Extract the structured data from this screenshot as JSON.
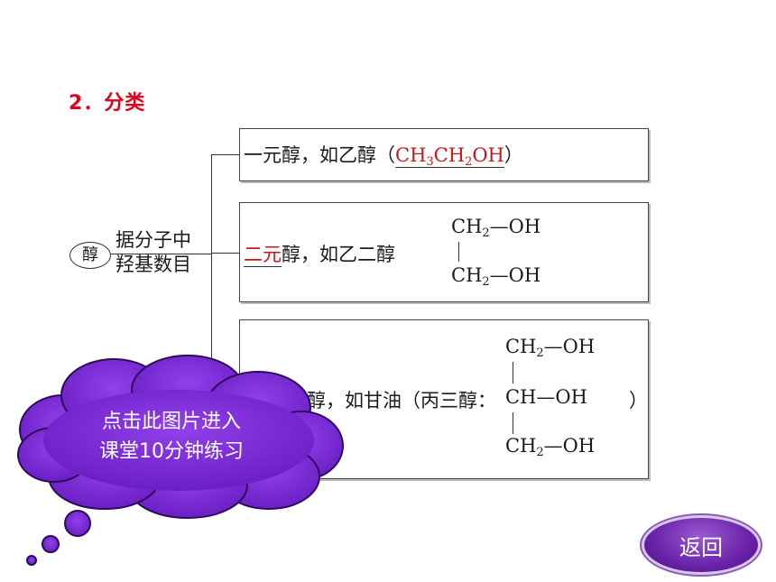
{
  "section": {
    "title": "2．分类"
  },
  "root_label": "醇",
  "criterion": {
    "line1": "据分子中",
    "line2": "羟基数目"
  },
  "rows": [
    {
      "prefix": "一元醇，如乙醇（",
      "formula": {
        "a": "CH",
        "a_sub": "3",
        "b": "CH",
        "b_sub": "2",
        "c": "OH"
      },
      "suffix": "）"
    },
    {
      "highlight": "二元",
      "rest": "醇，如乙二醇",
      "formula": [
        {
          "main": "CH",
          "sub": "2",
          "tail": "—OH"
        },
        {
          "main": "CH",
          "sub": "2",
          "tail": "—OH"
        }
      ]
    },
    {
      "visible": "醇，如甘油（丙三醇：",
      "formula": [
        {
          "main": "CH",
          "sub": "2",
          "tail": "—OH"
        },
        {
          "main": "CH",
          "sub": "",
          "tail": "—OH"
        },
        {
          "main": "CH",
          "sub": "2",
          "tail": "—OH"
        }
      ],
      "suffix": "）"
    }
  ],
  "cloud": {
    "line1": "点击此图片进入",
    "line2": "课堂10分钟练习"
  },
  "back_button": {
    "label": "返回"
  },
  "colors": {
    "title": "#e0001b",
    "answer": "#c8161d",
    "cloud": "#7a2bd6",
    "button": "#6a22a8"
  }
}
